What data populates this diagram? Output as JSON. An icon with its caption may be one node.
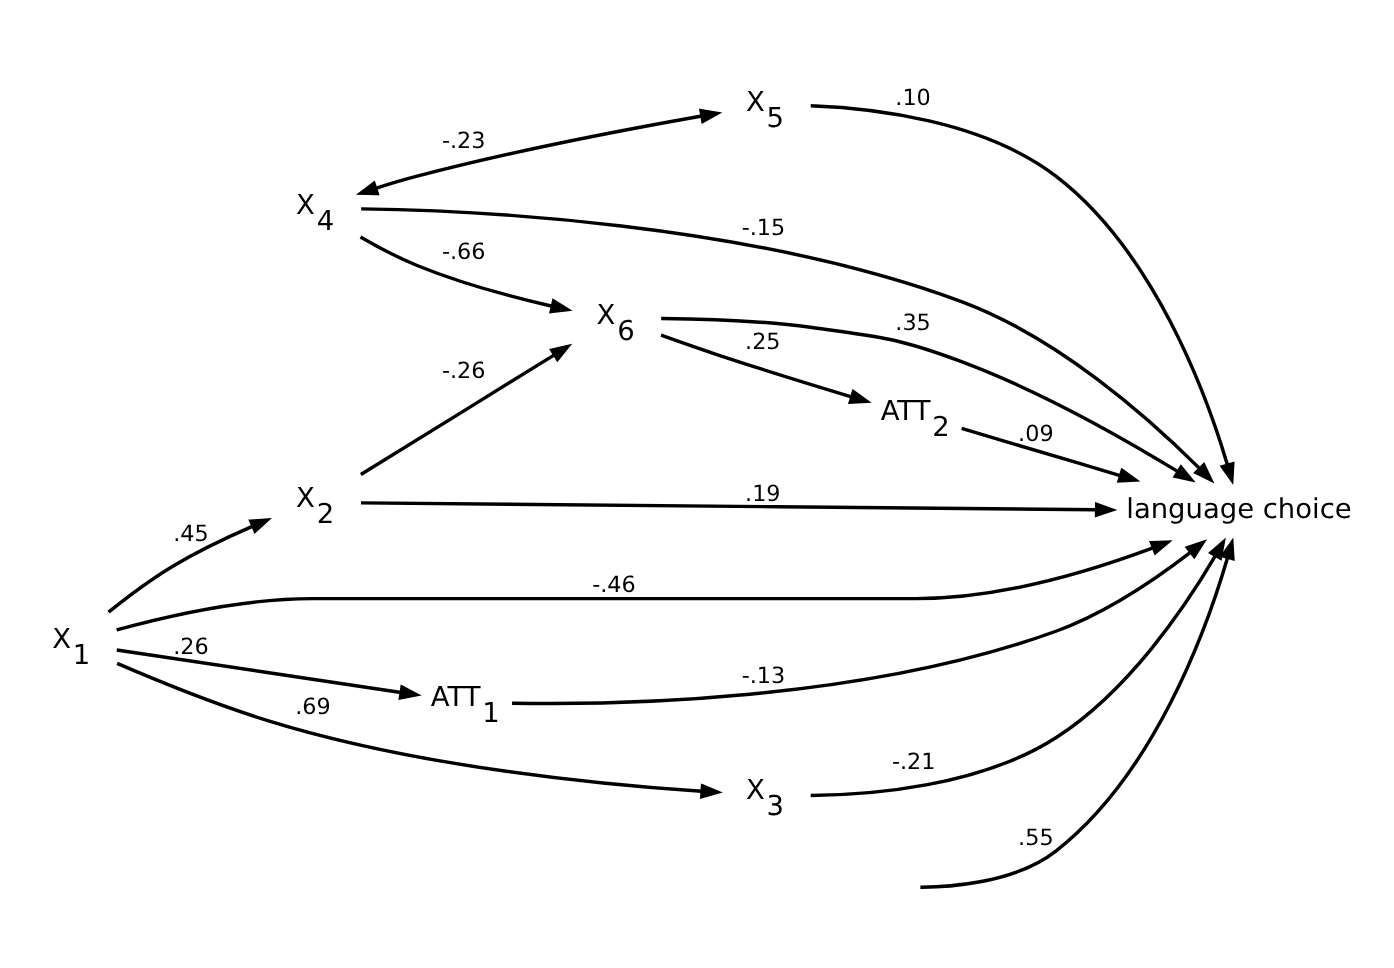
{
  "diagram": {
    "nodes": [
      {
        "text": [
          "X$_{5}$"
        ]
      },
      {
        "text": [
          "X$_{4}$"
        ]
      },
      {
        "text": [
          "X$_{6}$"
        ]
      },
      {
        "text": [
          "ATT$_{2}$"
        ]
      },
      {
        "text": [
          "X$_{2}$"
        ]
      },
      {
        "text": [
          "X$_{1}$"
        ]
      },
      {
        "text": [
          "ATT$_{1}$"
        ]
      },
      {
        "text": [
          "X$_{3}$"
        ]
      },
      {
        "text": [
          "language choice"
        ]
      }
    ],
    "edges": [
      {
        "from": 1,
        "to": 0,
        "arrow": "both",
        "label": "-.23"
      },
      {
        "from": 0,
        "to": 8,
        "arrow": "to",
        "label": ".10"
      },
      {
        "from": 2,
        "to": 3,
        "arrow": "to",
        "label": ".25"
      },
      {
        "from": 3,
        "to": 8,
        "arrow": "to",
        "label": ".09"
      },
      {
        "from": 2,
        "to": 8,
        "arrow": "to",
        "label": ".35"
      },
      {
        "from": 1,
        "to": 2,
        "arrow": "to",
        "label": "-.66"
      },
      {
        "from": 1,
        "to": 8,
        "arrow": "to",
        "label": "-.15"
      },
      {
        "from": 4,
        "to": 2,
        "arrow": "to",
        "label": "-.26"
      },
      {
        "from": 4,
        "to": 8,
        "arrow": "to",
        "label": ".19"
      },
      {
        "from": 5,
        "to": 4,
        "arrow": "to",
        "label": ".45"
      },
      {
        "from": 5,
        "to": 8,
        "arrow": "to",
        "label": "-.46"
      },
      {
        "from": 5,
        "to": 6,
        "arrow": "to",
        "label": ".26"
      },
      {
        "from": 6,
        "to": 8,
        "arrow": "to",
        "label": "-.13"
      },
      {
        "from": 5,
        "to": 7,
        "arrow": "to",
        "label": ".69"
      },
      {
        "from": 7,
        "to": 8,
        "arrow": "to",
        "label": "-.21"
      },
      {
        "from": null,
        "to": 8,
        "arrow": "to",
        "label": ".55"
      }
    ]
  }
}
